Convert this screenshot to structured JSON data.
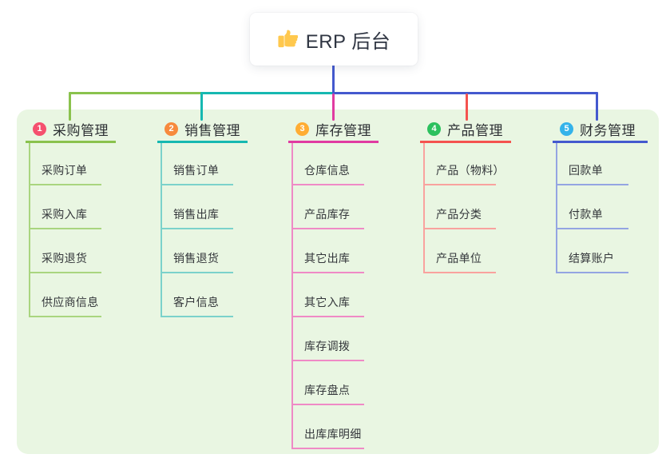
{
  "canvas": {
    "background_color": "#ffffff",
    "panel_color": "#e9f6e2"
  },
  "root": {
    "label": "ERP 后台",
    "icon": "thumbs-up-icon",
    "icon_color": "#ffc84d",
    "stem_color": "#4459ce"
  },
  "branches": [
    {
      "index": "1",
      "label": "采购管理",
      "badge_color": "#f5506e",
      "line_color": "#8ac24d",
      "child_line_color": "#a9d57f",
      "children": [
        "采购订单",
        "采购入库",
        "采购退货",
        "供应商信息"
      ]
    },
    {
      "index": "2",
      "label": "销售管理",
      "badge_color": "#f78a3d",
      "line_color": "#16b8b1",
      "child_line_color": "#7bd2cb",
      "children": [
        "销售订单",
        "销售出库",
        "销售退货",
        "客户信息"
      ]
    },
    {
      "index": "3",
      "label": "库存管理",
      "badge_color": "#ffad33",
      "line_color": "#e03ba1",
      "child_line_color": "#ef8ac6",
      "children": [
        "仓库信息",
        "产品库存",
        "其它出库",
        "其它入库",
        "库存调拨",
        "库存盘点",
        "出库库明细"
      ]
    },
    {
      "index": "4",
      "label": "产品管理",
      "badge_color": "#2cc15e",
      "line_color": "#f4534f",
      "child_line_color": "#f9a29e",
      "children": [
        "产品（物料）",
        "产品分类",
        "产品单位"
      ]
    },
    {
      "index": "5",
      "label": "财务管理",
      "badge_color": "#34b3ea",
      "line_color": "#4459ce",
      "child_line_color": "#94a5e2",
      "children": [
        "回款单",
        "付款单",
        "结算账户"
      ]
    }
  ]
}
